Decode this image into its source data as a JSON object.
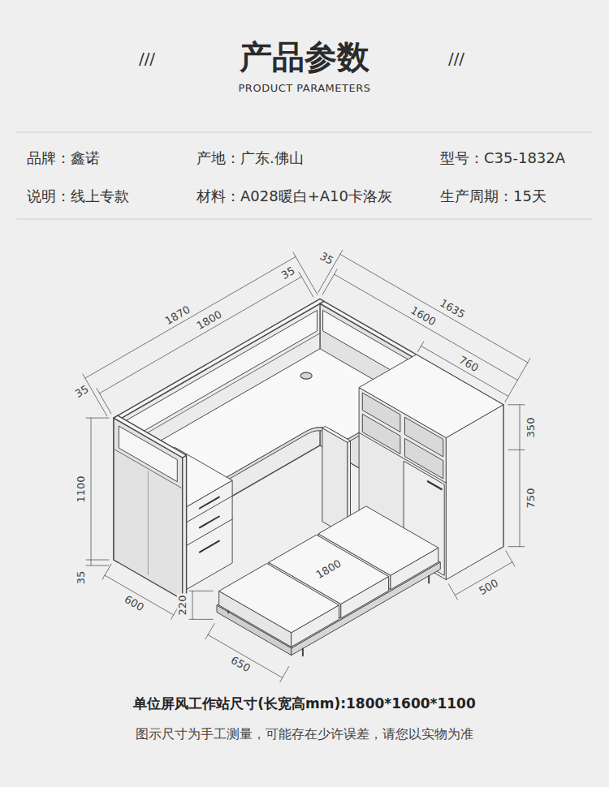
{
  "diagram": {
    "title": "产品参数",
    "caption": "单位屏风工作站尺寸(长宽高mm):1800*1600*1100",
    "labels": [
      "///",
      "PRODUCT PARAMETERS",
      "///",
      "品牌：鑫诺",
      "产地：广东.佛山",
      "型号：C35-1832A",
      "说明：线上专款",
      "材料：A028暖白+A10卡洛灰",
      "生产周期：15天",
      "35",
      "1870",
      "1800",
      "35",
      "35",
      "1635",
      "1600",
      "760",
      "350",
      "750",
      "1100",
      "35",
      "1800",
      "500",
      "600",
      "220",
      "650",
      "图示尺寸为手工测量，可能存在少许误差，请您以实物为准"
    ]
  }
}
